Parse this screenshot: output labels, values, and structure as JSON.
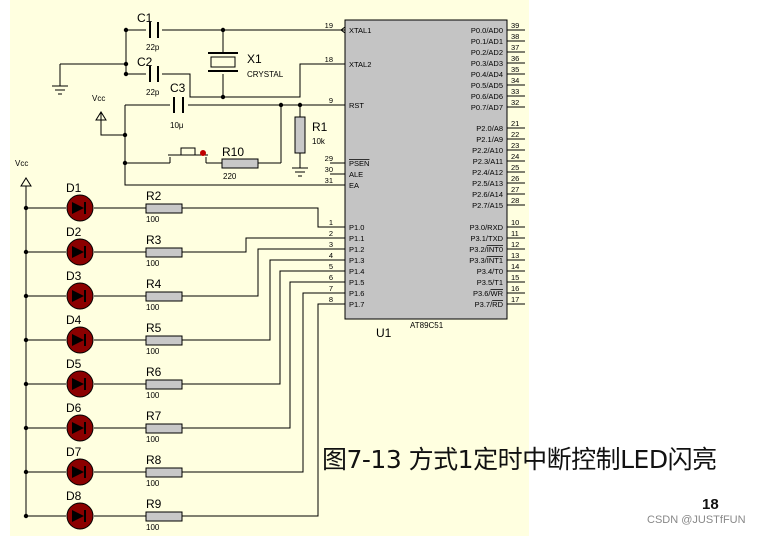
{
  "figure": {
    "caption": "图7-13  方式1定时中断控制LED闪亮",
    "page_number": "18",
    "watermark": "CSDN @JUSTfFUN"
  },
  "mcu": {
    "ref": "U1",
    "part": "AT89C51",
    "left_pins": [
      {
        "num": "19",
        "name": "XTAL1"
      },
      {
        "num": "18",
        "name": "XTAL2"
      },
      {
        "num": "9",
        "name": "RST"
      },
      {
        "num": "29",
        "name": "PSEN"
      },
      {
        "num": "30",
        "name": "ALE"
      },
      {
        "num": "31",
        "name": "EA"
      },
      {
        "num": "1",
        "name": "P1.0"
      },
      {
        "num": "2",
        "name": "P1.1"
      },
      {
        "num": "3",
        "name": "P1.2"
      },
      {
        "num": "4",
        "name": "P1.3"
      },
      {
        "num": "5",
        "name": "P1.4"
      },
      {
        "num": "6",
        "name": "P1.5"
      },
      {
        "num": "7",
        "name": "P1.6"
      },
      {
        "num": "8",
        "name": "P1.7"
      }
    ],
    "right_pins": [
      {
        "num": "39",
        "name": "P0.0/AD0"
      },
      {
        "num": "38",
        "name": "P0.1/AD1"
      },
      {
        "num": "37",
        "name": "P0.2/AD2"
      },
      {
        "num": "36",
        "name": "P0.3/AD3"
      },
      {
        "num": "35",
        "name": "P0.4/AD4"
      },
      {
        "num": "34",
        "name": "P0.5/AD5"
      },
      {
        "num": "33",
        "name": "P0.6/AD6"
      },
      {
        "num": "32",
        "name": "P0.7/AD7"
      },
      {
        "num": "21",
        "name": "P2.0/A8"
      },
      {
        "num": "22",
        "name": "P2.1/A9"
      },
      {
        "num": "23",
        "name": "P2.2/A10"
      },
      {
        "num": "24",
        "name": "P2.3/A11"
      },
      {
        "num": "25",
        "name": "P2.4/A12"
      },
      {
        "num": "26",
        "name": "P2.5/A13"
      },
      {
        "num": "27",
        "name": "P2.6/A14"
      },
      {
        "num": "28",
        "name": "P2.7/A15"
      },
      {
        "num": "10",
        "name": "P3.0/RXD"
      },
      {
        "num": "11",
        "name": "P3.1/TXD"
      },
      {
        "num": "12",
        "name": "P3.2/INT0"
      },
      {
        "num": "13",
        "name": "P3.3/INT1"
      },
      {
        "num": "14",
        "name": "P3.4/T0"
      },
      {
        "num": "15",
        "name": "P3.5/T1"
      },
      {
        "num": "16",
        "name": "P3.6/WR"
      },
      {
        "num": "17",
        "name": "P3.7/RD"
      }
    ]
  },
  "components": {
    "c1": {
      "ref": "C1",
      "value": "22p"
    },
    "c2": {
      "ref": "C2",
      "value": "22p"
    },
    "c3": {
      "ref": "C3",
      "value": "10μ"
    },
    "x1": {
      "ref": "X1",
      "value": "CRYSTAL"
    },
    "r1": {
      "ref": "R1",
      "value": "10k"
    },
    "r10": {
      "ref": "R10",
      "value": "220"
    },
    "vcc_top": "Vcc",
    "vcc_left": "Vcc"
  },
  "leds": [
    {
      "ref": "D1",
      "res": "R2",
      "value": "100"
    },
    {
      "ref": "D2",
      "res": "R3",
      "value": "100"
    },
    {
      "ref": "D3",
      "res": "R4",
      "value": "100"
    },
    {
      "ref": "D4",
      "res": "R5",
      "value": "100"
    },
    {
      "ref": "D5",
      "res": "R6",
      "value": "100"
    },
    {
      "ref": "D6",
      "res": "R7",
      "value": "100"
    },
    {
      "ref": "D7",
      "res": "R8",
      "value": "100"
    },
    {
      "ref": "D8",
      "res": "R9",
      "value": "100"
    }
  ]
}
